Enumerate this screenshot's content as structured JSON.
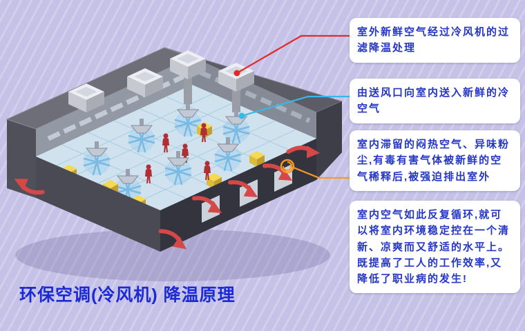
{
  "page": {
    "title": "环保空调(冷风机) 降温原理",
    "background_color": "#c6c2e7",
    "title_color": "#1b2ad4",
    "callout_text_color": "#2436c5"
  },
  "callouts": [
    {
      "id": "filtered-air",
      "text": "室外新鲜空气经过冷风机的过滤降温处理",
      "connector_color": "#e22a28"
    },
    {
      "id": "supply-air",
      "text": "由送风口向室内送入新鲜的冷空气",
      "connector_color": "#35b9e9"
    },
    {
      "id": "exhaust-air",
      "text": "室内滞留的闷热空气、异味粉尘,有毒有害气体被新鲜的空气稀释后,被强迫排出室外",
      "connector_color": "#f59a23"
    },
    {
      "id": "circulation",
      "text": "室内空气如此反复循环,就可以将室内环境稳定控在一个清新、凉爽而又舒适的水平上。既提高了工人的工作效率,又降低了职业病的发生!",
      "connector_color": ""
    }
  ]
}
